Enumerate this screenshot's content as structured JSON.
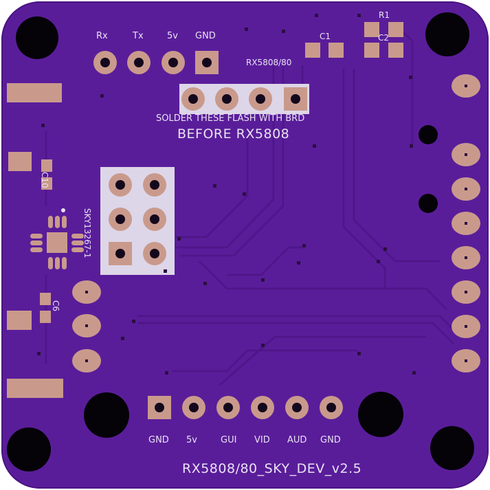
{
  "board": {
    "outline_color": "#5a1d9a",
    "pad_color": "#c99a8c",
    "silkscreen_color": "#e8e2f2",
    "title": "RX5808/80_SKY_DEV_v2.5"
  },
  "top_header": {
    "labels": [
      "Rx",
      "Tx",
      "5v",
      "GND"
    ]
  },
  "flash_header": {
    "label": "RX5808/80",
    "note_line1": "SOLDER THESE FLASH WITH BRD",
    "note_line2": "BEFORE RX5808"
  },
  "components": {
    "r1": "R1",
    "c1": "C1",
    "c2": "C2",
    "c10": "C10",
    "c6": "C6",
    "ic": "SKY13267-1"
  },
  "bottom_header": {
    "labels": [
      "GND",
      "5v",
      "GUI",
      "VID",
      "AUD",
      "GND"
    ]
  }
}
